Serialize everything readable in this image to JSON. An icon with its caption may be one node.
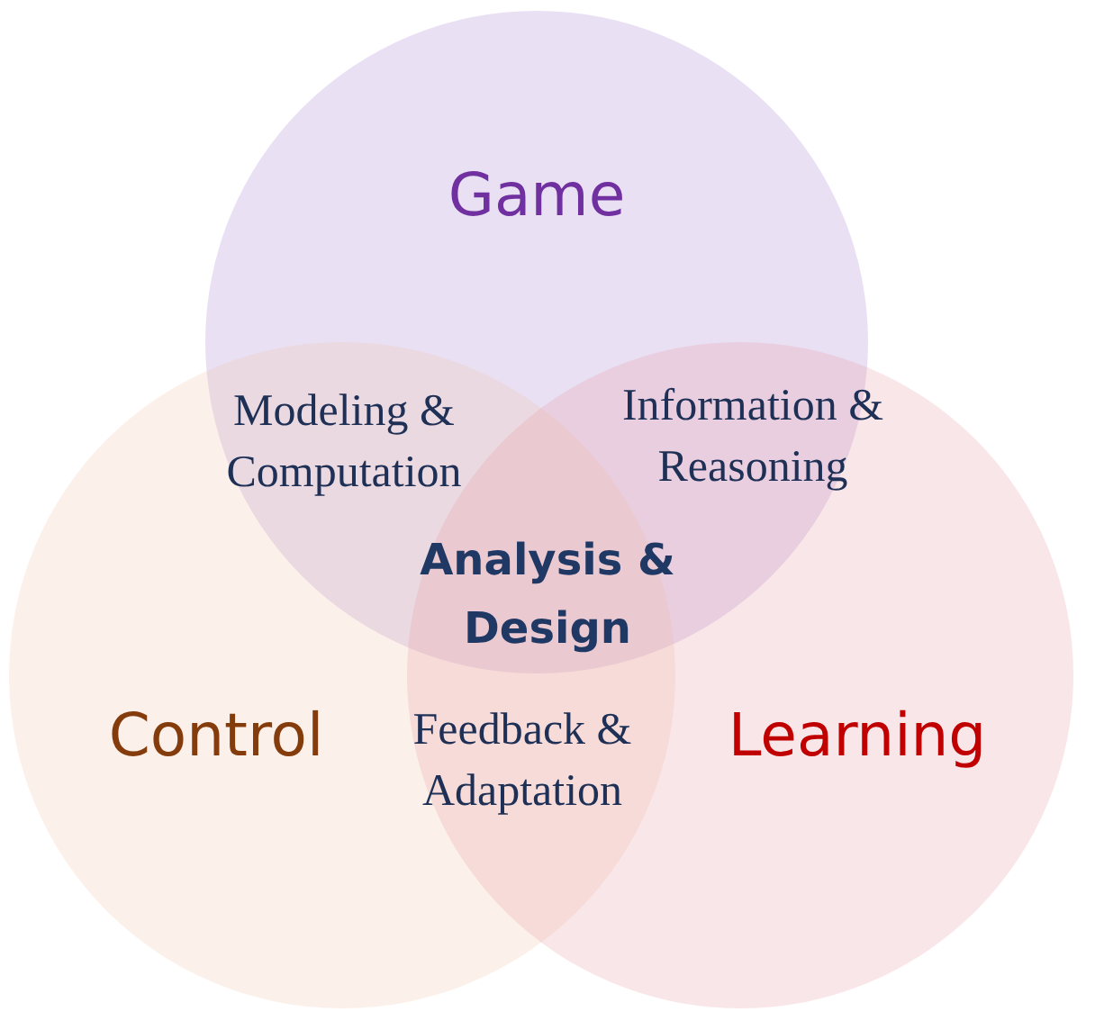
{
  "diagram": {
    "nodes": [
      {
        "text": [
          "Game"
        ]
      },
      {
        "text": [
          "Control"
        ]
      },
      {
        "text": [
          "Learning"
        ]
      }
    ],
    "labels": [
      "Modeling & Computation",
      "Information & Reasoning",
      "Analysis & Design",
      "Feedback & Adaptation"
    ]
  }
}
